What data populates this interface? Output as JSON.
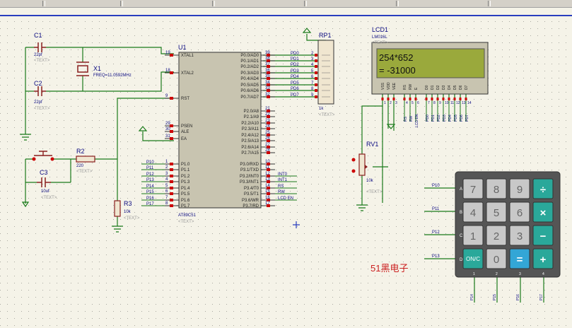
{
  "crystal": {
    "ref": "X1",
    "value": "FREQ=11.0592MHz"
  },
  "capacitors": [
    {
      "ref": "C1",
      "value": "22pf",
      "text": "<TEXT>"
    },
    {
      "ref": "C2",
      "value": "22pf",
      "text": "<TEXT>"
    },
    {
      "ref": "C3",
      "value": "10uf",
      "text": "<TEXT>"
    }
  ],
  "resistors": [
    {
      "ref": "R2",
      "value": "220",
      "text": "<TEXT>"
    },
    {
      "ref": "R3",
      "value": "10k",
      "text": "<TEXT>"
    }
  ],
  "mcu": {
    "ref": "U1",
    "part": "AT89C51",
    "text": "<TEXT>",
    "left_pins": [
      {
        "num": "19",
        "name": "XTAL1"
      },
      {
        "num": "18",
        "name": "XTAL2"
      },
      {
        "num": "9",
        "name": "RST"
      },
      {
        "num": "29",
        "name": "PSEN"
      },
      {
        "num": "30",
        "name": "ALE"
      },
      {
        "num": "31",
        "name": "EA"
      },
      {
        "num": "1",
        "name": "P1.0"
      },
      {
        "num": "2",
        "name": "P1.1"
      },
      {
        "num": "3",
        "name": "P1.2"
      },
      {
        "num": "4",
        "name": "P1.3"
      },
      {
        "num": "5",
        "name": "P1.4"
      },
      {
        "num": "6",
        "name": "P1.5"
      },
      {
        "num": "7",
        "name": "P1.6"
      },
      {
        "num": "8",
        "name": "P1.7"
      }
    ],
    "right_pins": [
      {
        "num": "39",
        "name": "P0.0/AD0"
      },
      {
        "num": "38",
        "name": "P0.1/AD1"
      },
      {
        "num": "37",
        "name": "P0.2/AD2"
      },
      {
        "num": "36",
        "name": "P0.3/AD3"
      },
      {
        "num": "35",
        "name": "P0.4/AD4"
      },
      {
        "num": "34",
        "name": "P0.5/AD5"
      },
      {
        "num": "33",
        "name": "P0.6/AD6"
      },
      {
        "num": "32",
        "name": "P0.7/AD7"
      },
      {
        "num": "21",
        "name": "P2.0/A8"
      },
      {
        "num": "22",
        "name": "P2.1/A9"
      },
      {
        "num": "23",
        "name": "P2.2/A10"
      },
      {
        "num": "24",
        "name": "P2.3/A11"
      },
      {
        "num": "25",
        "name": "P2.4/A12"
      },
      {
        "num": "26",
        "name": "P2.5/A13"
      },
      {
        "num": "27",
        "name": "P2.6/A14"
      },
      {
        "num": "28",
        "name": "P2.7/A15"
      },
      {
        "num": "10",
        "name": "P3.0/RXD"
      },
      {
        "num": "11",
        "name": "P3.1/TXD"
      },
      {
        "num": "12",
        "name": "P3.2/INT0"
      },
      {
        "num": "13",
        "name": "P3.3/INT1"
      },
      {
        "num": "14",
        "name": "P3.4/T0"
      },
      {
        "num": "15",
        "name": "P3.5/T1"
      },
      {
        "num": "16",
        "name": "P3.6/WR"
      },
      {
        "num": "17",
        "name": "P3.7/RD"
      }
    ],
    "left_nets": [
      "P10",
      "P11",
      "P12",
      "P13",
      "P14",
      "P15",
      "P16",
      "P17"
    ],
    "p0_nets": [
      "PD0",
      "PD1",
      "PD2",
      "PD3",
      "PD4",
      "PD5",
      "PD6",
      "PD7"
    ],
    "p3_nets": [
      "",
      "",
      "INT0",
      "INT1",
      "RS",
      "RW",
      "LCD EN",
      ""
    ]
  },
  "rp1": {
    "ref": "RP1",
    "value": "1k",
    "text": "<TEXT>",
    "pins": [
      "2",
      "3",
      "4",
      "5",
      "6",
      "7",
      "8",
      "9"
    ]
  },
  "lcd": {
    "ref": "LCD1",
    "part": "LM016L",
    "text": "<TEXT>",
    "line1": "254*652",
    "line2": "= -31000",
    "pin_labels": [
      "VSS",
      "VDD",
      "VEE",
      "RS",
      "RW",
      "E",
      "D0",
      "D1",
      "D2",
      "D3",
      "D4",
      "D5",
      "D6",
      "D7"
    ],
    "pin_nums": [
      "1",
      "2",
      "3",
      "4",
      "5",
      "6",
      "7",
      "8",
      "9",
      "10",
      "11",
      "12",
      "13",
      "14"
    ],
    "nets": [
      "RS",
      "RW",
      "LCD EN",
      "PD0",
      "PD1",
      "PD2",
      "PD3",
      "PD4",
      "PD5",
      "PD6",
      "PD7"
    ]
  },
  "rv1": {
    "ref": "RV1",
    "value": "10k",
    "text": "<TEXT>"
  },
  "keypad": {
    "row_nets": [
      "P10",
      "P11",
      "P12",
      "P13"
    ],
    "row_letters": [
      "A",
      "B",
      "C",
      "D"
    ],
    "col_nets": [
      "P14",
      "P15",
      "P16",
      "P17"
    ],
    "col_nums": [
      "1",
      "2",
      "3",
      "4"
    ],
    "keys": [
      [
        "7",
        "8",
        "9",
        "÷"
      ],
      [
        "4",
        "5",
        "6",
        "×"
      ],
      [
        "1",
        "2",
        "3",
        "−"
      ],
      [
        "ON/C",
        "0",
        "=",
        "+"
      ]
    ]
  },
  "watermark": "51黑电子",
  "colors": {
    "wire": "#1a7a1a",
    "component": "#8a1f1f",
    "pinred": "#cc0000",
    "label": "#0a0a80",
    "lcd_bg": "#9aa93c",
    "key_gray": "#c8c8c8",
    "key_teal": "#2aa89a",
    "key_blue": "#33a6d6",
    "keypad_body": "#555555"
  }
}
